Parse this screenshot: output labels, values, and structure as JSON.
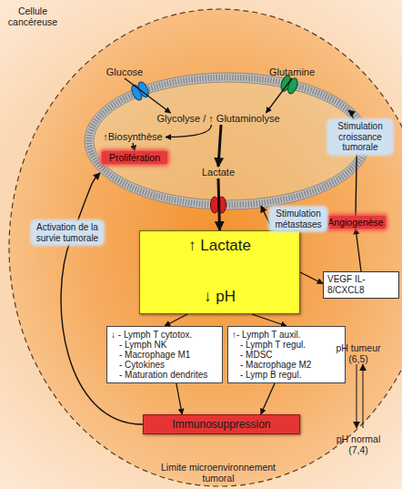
{
  "diagram": {
    "nodes": [
      {
        "text": [
          "Glucose"
        ]
      },
      {
        "text": [
          "Glutamine"
        ]
      },
      {
        "text": [
          "Glycolyse / ↑ Glutaminolyse"
        ]
      },
      {
        "text": [
          "↑Biosynthèse"
        ]
      },
      {
        "text": [
          "Prolifération"
        ]
      },
      {
        "text": [
          "Lactate"
        ]
      },
      {
        "text": [
          "↑ Lactate",
          "↓ pH"
        ]
      },
      {
        "text": [
          "VEGF IL-8/CXCL8"
        ]
      },
      {
        "text": [
          "Angiogenèse"
        ]
      },
      {
        "text": [
          "↓ - Lymph T cytotox.",
          "- Lymph NK",
          "- Macrophage M1",
          "- Cytokines",
          "- Maturation dendrites"
        ]
      },
      {
        "text": [
          "↑- Lymph T auxil.",
          "- Lymph T regul.",
          "- MDSC",
          "- Macrophage M2",
          "- Lymp B regul."
        ]
      },
      {
        "text": [
          "Immunosuppression"
        ]
      }
    ],
    "edges": [
      {
        "from": 0,
        "to": 2,
        "arrow": "to"
      },
      {
        "from": 1,
        "to": 2,
        "arrow": "to"
      },
      {
        "from": 2,
        "to": 3,
        "arrow": "to"
      },
      {
        "from": 3,
        "to": 4,
        "arrow": "to"
      },
      {
        "from": 2,
        "to": 5,
        "arrow": "to"
      },
      {
        "from": 5,
        "to": 6,
        "arrow": "to"
      },
      {
        "from": 6,
        "to": 7,
        "arrow": "to"
      },
      {
        "from": 7,
        "to": 8,
        "arrow": "to"
      },
      {
        "from": 6,
        "to": 9,
        "arrow": "to"
      },
      {
        "from": 6,
        "to": 10,
        "arrow": "to"
      },
      {
        "from": 9,
        "to": 11,
        "arrow": "to"
      },
      {
        "from": 10,
        "to": 11,
        "arrow": "to"
      }
    ],
    "labels": [
      "Cellule cancéreuse",
      "Stimulation croissance tumorale",
      "Stimulation métastases",
      "Activation de la survie tumorale",
      "pH tumeur (6,5)",
      "pH normal (7,4)",
      "Limite microenvironnement tumoral"
    ]
  }
}
